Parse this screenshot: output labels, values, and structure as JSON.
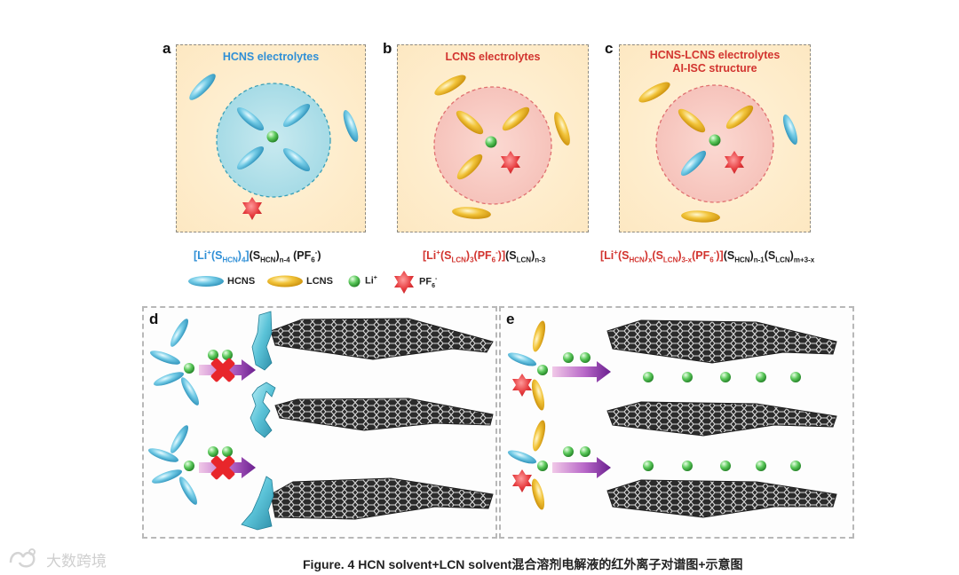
{
  "panels": {
    "a": {
      "letter": "a",
      "title": "HCNS electrolytes",
      "title_color": "#2f8fd6",
      "formula": {
        "p1": "[Li",
        "sup1": "+",
        "p2": "(S",
        "sub1": "HCN",
        "p3": ")",
        "sub2": "4",
        "p4": "]",
        "p5": "(S",
        "sub3": "HCN",
        "p6": ")",
        "sub4": "n-4",
        "p7": " (PF",
        "sub5": "6",
        "sup2": "-",
        "p8": ")"
      }
    },
    "b": {
      "letter": "b",
      "title": "LCNS electrolytes",
      "title_color": "#d2342f",
      "formula": {
        "p1": "[Li",
        "sup1": "+",
        "p2": "(S",
        "sub1": "LCN",
        "p3": ")",
        "sub2": "3",
        "p4": "(PF",
        "sub3": "6",
        "sup2": "-",
        "p5": ")]",
        "p6": "(S",
        "sub4": "LCN",
        "p7": ")",
        "sub5": "n-3"
      }
    },
    "c": {
      "letter": "c",
      "title1": "HCNS-LCNS electrolytes",
      "title2": "AI-ISC structure",
      "title_color": "#d2342f",
      "formula": {
        "p1": "[Li",
        "sup1": "+",
        "p2": "(S",
        "sub1": "HCN",
        "p3": ")",
        "sub2": "x",
        "p4": "(S",
        "sub3": "LCN",
        "p5": ")",
        "sub4": "3-x",
        "p6": "(PF",
        "sub5": "6",
        "sup2": "-",
        "p7": ")]",
        "p8": "(S",
        "sub6": "HCN",
        "p9": ")",
        "sub7": "n-1",
        "p10": "(S",
        "sub8": "LCN",
        "p11": ")",
        "sub9": "m+3-x"
      }
    },
    "d": {
      "letter": "d"
    },
    "e": {
      "letter": "e"
    }
  },
  "legend": {
    "hcns": "HCNS",
    "lcns": "LCNS",
    "li": {
      "p1": "Li",
      "sup": "+"
    },
    "pf6": {
      "p1": "PF",
      "sub": "6",
      "sup": "-"
    }
  },
  "caption": "Figure. 4 HCN solvent+LCN solvent混合溶剂电解液的红外离子对谱图+示意图",
  "watermark": "大数跨境",
  "colors": {
    "hcns": "#4fb6d8",
    "lcns": "#efb417",
    "li": "#48b948",
    "pf6": "#e5393c",
    "blue_text": "#2f8fd6",
    "red_text": "#d2342f",
    "box_fill": "#fdebc8",
    "graphite": "#3a3a3a",
    "arrow": "#8b35a8"
  }
}
